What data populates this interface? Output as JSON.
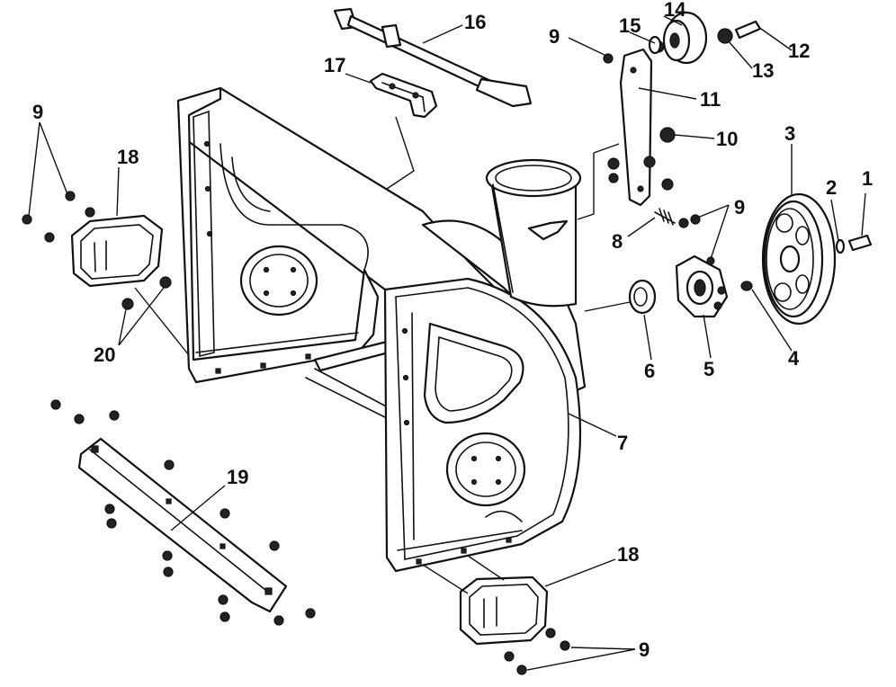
{
  "diagram": {
    "callouts": [
      {
        "id": "c1",
        "label": "1"
      },
      {
        "id": "c2",
        "label": "2"
      },
      {
        "id": "c3",
        "label": "3"
      },
      {
        "id": "c4",
        "label": "4"
      },
      {
        "id": "c5",
        "label": "5"
      },
      {
        "id": "c6",
        "label": "6"
      },
      {
        "id": "c7",
        "label": "7"
      },
      {
        "id": "c8",
        "label": "8"
      },
      {
        "id": "c9a",
        "label": "9"
      },
      {
        "id": "c9b",
        "label": "9"
      },
      {
        "id": "c9c",
        "label": "9"
      },
      {
        "id": "c9d",
        "label": "9"
      },
      {
        "id": "c10",
        "label": "10"
      },
      {
        "id": "c11",
        "label": "11"
      },
      {
        "id": "c12",
        "label": "12"
      },
      {
        "id": "c13",
        "label": "13"
      },
      {
        "id": "c14",
        "label": "14"
      },
      {
        "id": "c15",
        "label": "15"
      },
      {
        "id": "c16",
        "label": "16"
      },
      {
        "id": "c17",
        "label": "17"
      },
      {
        "id": "c18a",
        "label": "18"
      },
      {
        "id": "c18b",
        "label": "18"
      },
      {
        "id": "c19",
        "label": "19"
      },
      {
        "id": "c20",
        "label": "20"
      }
    ]
  }
}
